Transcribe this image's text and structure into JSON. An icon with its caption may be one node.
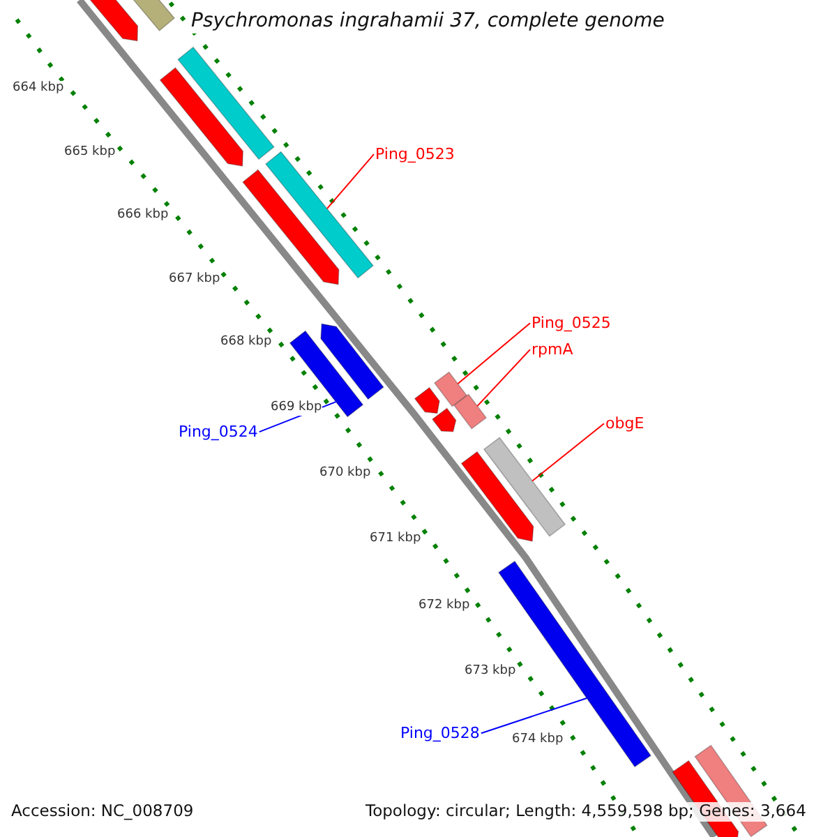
{
  "diagram": {
    "title": "Psychromonas ingrahamii 37, complete genome",
    "nodes": [
      {
        "text": [
          "Ping_0523"
        ]
      },
      {
        "text": [
          "Ping_0525"
        ]
      },
      {
        "text": [
          "rpmA"
        ]
      },
      {
        "text": [
          "obgE"
        ]
      },
      {
        "text": [
          "Ping_0524"
        ]
      },
      {
        "text": [
          "Ping_0528"
        ]
      },
      {
        "text": [],
        "shape": "bar"
      },
      {
        "text": [],
        "shape": "arrow"
      },
      {
        "text": [],
        "shape": "bar"
      },
      {
        "text": [],
        "shape": "arrow"
      },
      {
        "text": [],
        "shape": "bar"
      },
      {
        "text": [],
        "shape": "arrow"
      },
      {
        "text": [],
        "shape": "arrow"
      },
      {
        "text": [],
        "shape": "bar"
      },
      {
        "text": [],
        "shape": "bar"
      },
      {
        "text": [],
        "shape": "arrow"
      },
      {
        "text": [],
        "shape": "bar"
      },
      {
        "text": [],
        "shape": "arrow"
      },
      {
        "text": [],
        "shape": "bar"
      },
      {
        "text": [],
        "shape": "arrow"
      },
      {
        "text": [],
        "shape": "bar"
      },
      {
        "text": [],
        "shape": "bar"
      },
      {
        "text": [],
        "shape": "arrow"
      }
    ],
    "edges": [
      {
        "from": 0,
        "to": 10,
        "arrow": "none"
      },
      {
        "from": 1,
        "to": 14,
        "arrow": "none"
      },
      {
        "from": 2,
        "to": 16,
        "arrow": "none"
      },
      {
        "from": 3,
        "to": 18,
        "arrow": "none"
      },
      {
        "from": 4,
        "to": 13,
        "arrow": "none",
        "color": "#0000ff"
      },
      {
        "from": 5,
        "to": 20,
        "arrow": "none",
        "color": "#0000ff"
      }
    ],
    "labels": [
      "664 kbp",
      "665 kbp",
      "666 kbp",
      "667 kbp",
      "668 kbp",
      "669 kbp",
      "670 kbp",
      "671 kbp",
      "672 kbp",
      "673 kbp",
      "674 kbp",
      "Accession: NC_008709",
      "Topology: circular; Length: 4,559,598 bp; Genes: 3,664"
    ]
  }
}
